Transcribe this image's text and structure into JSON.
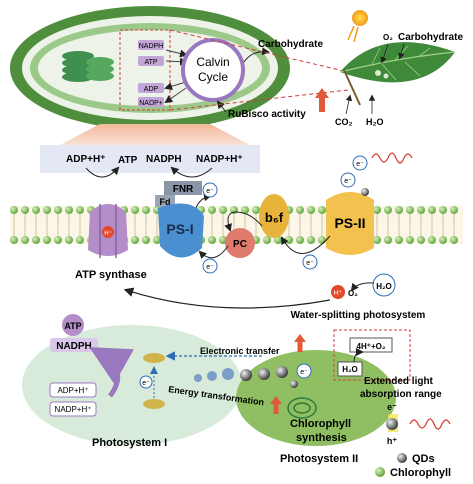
{
  "chloroplast": {
    "nadph_top": "NADPH",
    "atp_top": "ATP",
    "adp": "ADP",
    "nadp_plus": "NADP+",
    "calvin_line1": "Calvin",
    "calvin_line2": "Cycle",
    "carbohydrate": "Carbohydrate",
    "rubisco": "RuBisco activity"
  },
  "leaf": {
    "o2": "O₂",
    "carbohydrate": "Carbohydrate",
    "co2": "CO₂",
    "h2o": "H₂O"
  },
  "band": {
    "adp_h": "ADP+H⁺",
    "atp": "ATP",
    "nadph": "NADPH",
    "nadp_h": "NADP+H⁺"
  },
  "membrane": {
    "fnr": "FNR",
    "fd": "Fd",
    "ps1": "PS-I",
    "pc": "PC",
    "b6f": "b₆f",
    "ps2": "PS-II",
    "h_plus": "H⁺",
    "e_minus": "e⁻",
    "atp_synthase": "ATP synthase",
    "h2o": "H₂O",
    "o2": "O₂",
    "water_splitting": "Water-splitting photosystem"
  },
  "lower": {
    "atp": "ATP",
    "nadph": "NADPH",
    "adp_h": "ADP+H⁺",
    "nadp_h": "NADP+H⁺",
    "photosystem1": "Photosystem I",
    "photosystem2": "Photosystem II",
    "electronic_transfer": "Electronic transfer",
    "energy_transformation": "Energy transformation",
    "water_reaction": "4H⁺+O₂",
    "h2o": "H₂O",
    "extended1": "Extended light",
    "extended2": "absorption range",
    "chlorophyll_syn1": "Chlorophyll",
    "chlorophyll_syn2": "synthesis",
    "h_plus": "h⁺",
    "e_minus": "e⁻"
  },
  "legend": {
    "qds": "QDs",
    "chlorophyll": "Chlorophyll"
  },
  "colors": {
    "chloroplast_green": "#5c9a4a",
    "ps_blue": "#4a8fd0",
    "pc_red": "#e07a6c",
    "b6f_yellow": "#e8b33a",
    "ps2_yellow": "#f2c14e",
    "atp_purple": "#b48ec8",
    "membrane_green": "#7fbf5a"
  }
}
